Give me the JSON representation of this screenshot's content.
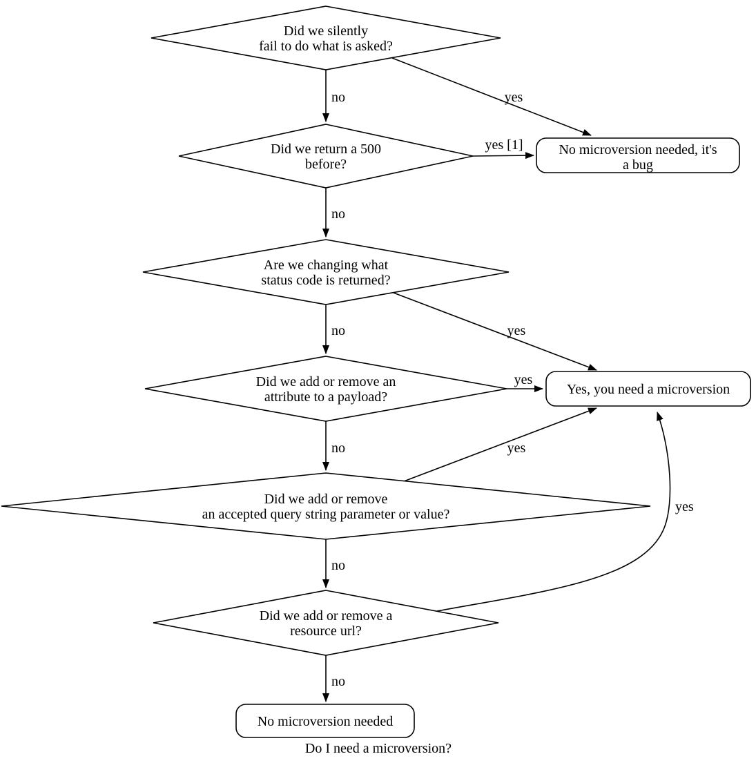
{
  "diagram": {
    "caption": "Do I need a microversion?",
    "colors": {
      "stroke": "#000000",
      "fill": "#ffffff",
      "text": "#000000"
    },
    "nodes": {
      "silent_fail": {
        "type": "decision",
        "lines": [
          "Did we silently",
          "fail to do what is asked?"
        ]
      },
      "return_500": {
        "type": "decision",
        "lines": [
          "Did we return a 500",
          "before?"
        ]
      },
      "status_code": {
        "type": "decision",
        "lines": [
          "Are we changing what",
          "status code is returned?"
        ]
      },
      "payload_attr": {
        "type": "decision",
        "lines": [
          "Did we add or remove an",
          "attribute to a payload?"
        ]
      },
      "query_param": {
        "type": "decision",
        "lines": [
          "Did we add or remove",
          "an accepted query string parameter or value?"
        ]
      },
      "resource_url": {
        "type": "decision",
        "lines": [
          "Did we add or remove a",
          "resource url?"
        ]
      },
      "no_microversion_bug": {
        "type": "terminal",
        "lines": [
          "No microversion needed, it's",
          "a bug"
        ]
      },
      "yes_microversion": {
        "type": "terminal",
        "lines": [
          "Yes, you need a microversion"
        ]
      },
      "no_microversion": {
        "type": "terminal",
        "lines": [
          "No microversion needed"
        ]
      }
    },
    "edge_labels": {
      "silent_fail_no": "no",
      "silent_fail_yes": "yes",
      "return_500_yes": "yes [1]",
      "return_500_no": "no",
      "status_code_no": "no",
      "status_code_yes": "yes",
      "payload_attr_yes": "yes",
      "payload_attr_no": "no",
      "query_param_yes": "yes",
      "query_param_no": "no",
      "resource_url_yes": "yes",
      "resource_url_no": "no"
    }
  }
}
